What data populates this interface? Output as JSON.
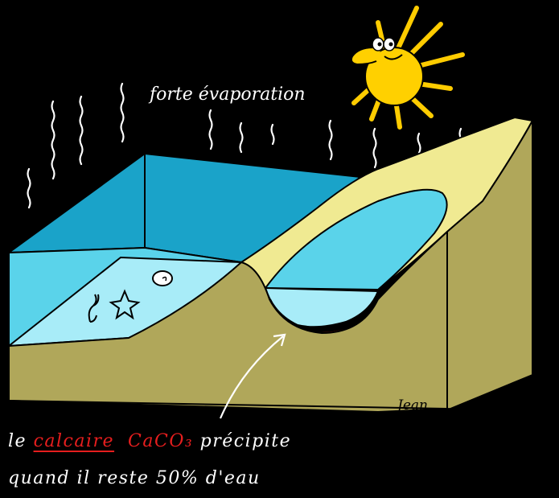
{
  "labels": {
    "evaporation": "forte évaporation",
    "signature": "Jean"
  },
  "caption": {
    "line1_prefix": "le ",
    "line1_keyword": "calcaire",
    "line1_formula": "CaCO₃",
    "line1_suffix": " précipite",
    "line2": "quand il reste  50% d'eau"
  },
  "colors": {
    "background": "#000000",
    "sea_surface": "#1aa3c9",
    "sea_water": "#5ad3ea",
    "shallow_water": "#a8ecf8",
    "sediment": "#b0a75a",
    "sand": "#f0ea92",
    "precipitate": "#e61e1e",
    "sun": "#ffd000",
    "sun_rays": "#ffcc00"
  }
}
